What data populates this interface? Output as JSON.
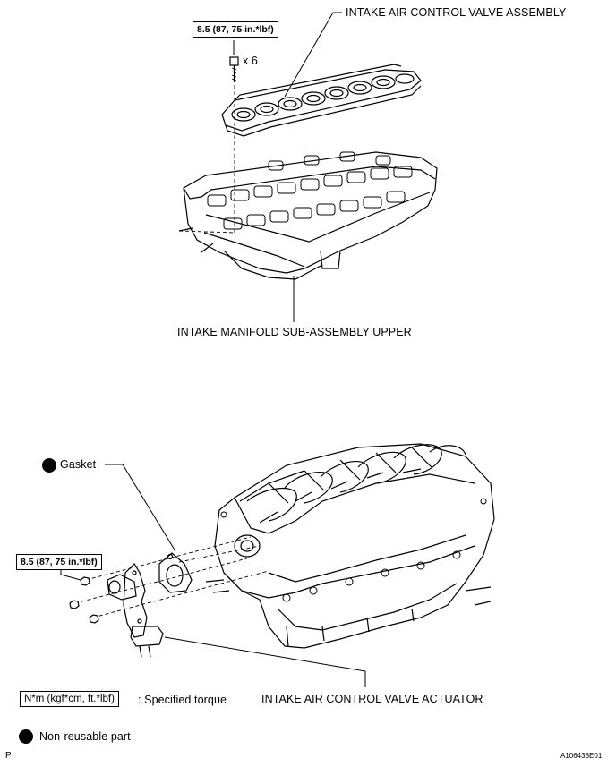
{
  "labels": {
    "top_torque": "8.5 (87, 75 in.*lbf)",
    "bolt_qty": "x 6",
    "valve_assembly": "INTAKE AIR CONTROL VALVE ASSEMBLY",
    "manifold_upper": "INTAKE MANIFOLD SUB-ASSEMBLY UPPER",
    "gasket": "Gasket",
    "lower_torque": "8.5 (87, 75 in.*lbf)",
    "actuator": "INTAKE AIR CONTROL VALVE ACTUATOR"
  },
  "legend": {
    "torque_box": "N*m (kgf*cm, ft.*lbf)",
    "torque_text": ": Specified torque",
    "nonreusable": "Non-reusable part"
  },
  "footer": {
    "left_code": "P",
    "figure_id": "A106433E01"
  }
}
